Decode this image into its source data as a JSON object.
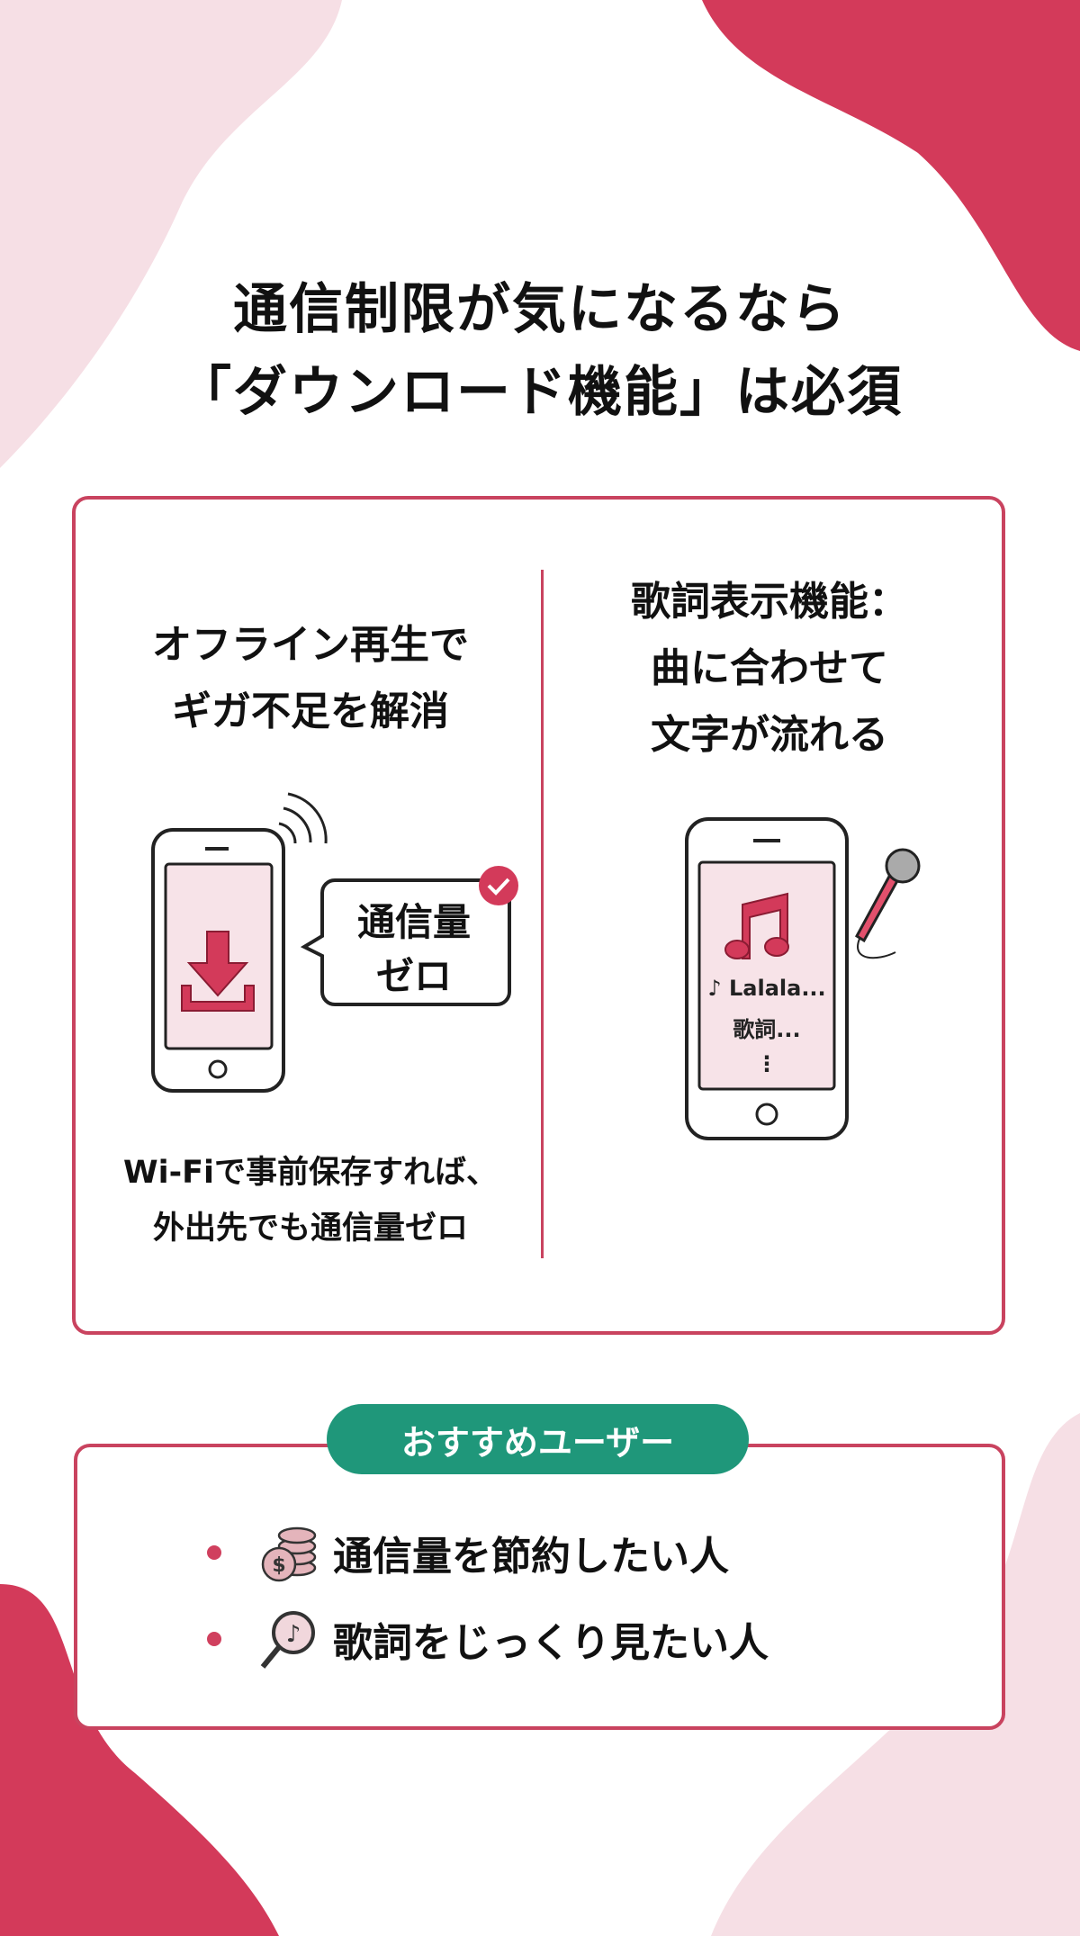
{
  "colors": {
    "accent": "#d33a5a",
    "light_pink": "#f6dfe5",
    "teal": "#1f977a",
    "border": "#c9435f"
  },
  "title": {
    "line1": "通信制限が気になるなら",
    "line2": "「ダウンロード機能」は必須"
  },
  "feature_card": {
    "left": {
      "heading_line1": "オフライン再生で",
      "heading_line2": "ギガ不足を解消",
      "bubble_line1": "通信量",
      "bubble_line2": "ゼロ",
      "caption_line1": "Wi-Fiで事前保存すれば、",
      "caption_line2": "外出先でも通信量ゼロ",
      "icons": [
        "phone-icon",
        "download-icon",
        "wifi-icon",
        "check-icon"
      ]
    },
    "right": {
      "heading_line1": "歌詞表示機能：",
      "heading_line2": "曲に合わせて",
      "heading_line3": "文字が流れる",
      "lyric_line1": "♪ Lalala...",
      "lyric_line2": "歌詞...",
      "lyric_line3": "⋮",
      "icons": [
        "phone-icon",
        "music-note-icon",
        "microphone-icon"
      ]
    }
  },
  "recommend": {
    "badge": "おすすめユーザー",
    "items": [
      {
        "label": "通信量を節約したい人",
        "icon": "coins-icon"
      },
      {
        "label": "歌詞をじっくり見たい人",
        "icon": "magnifier-music-icon"
      }
    ]
  }
}
